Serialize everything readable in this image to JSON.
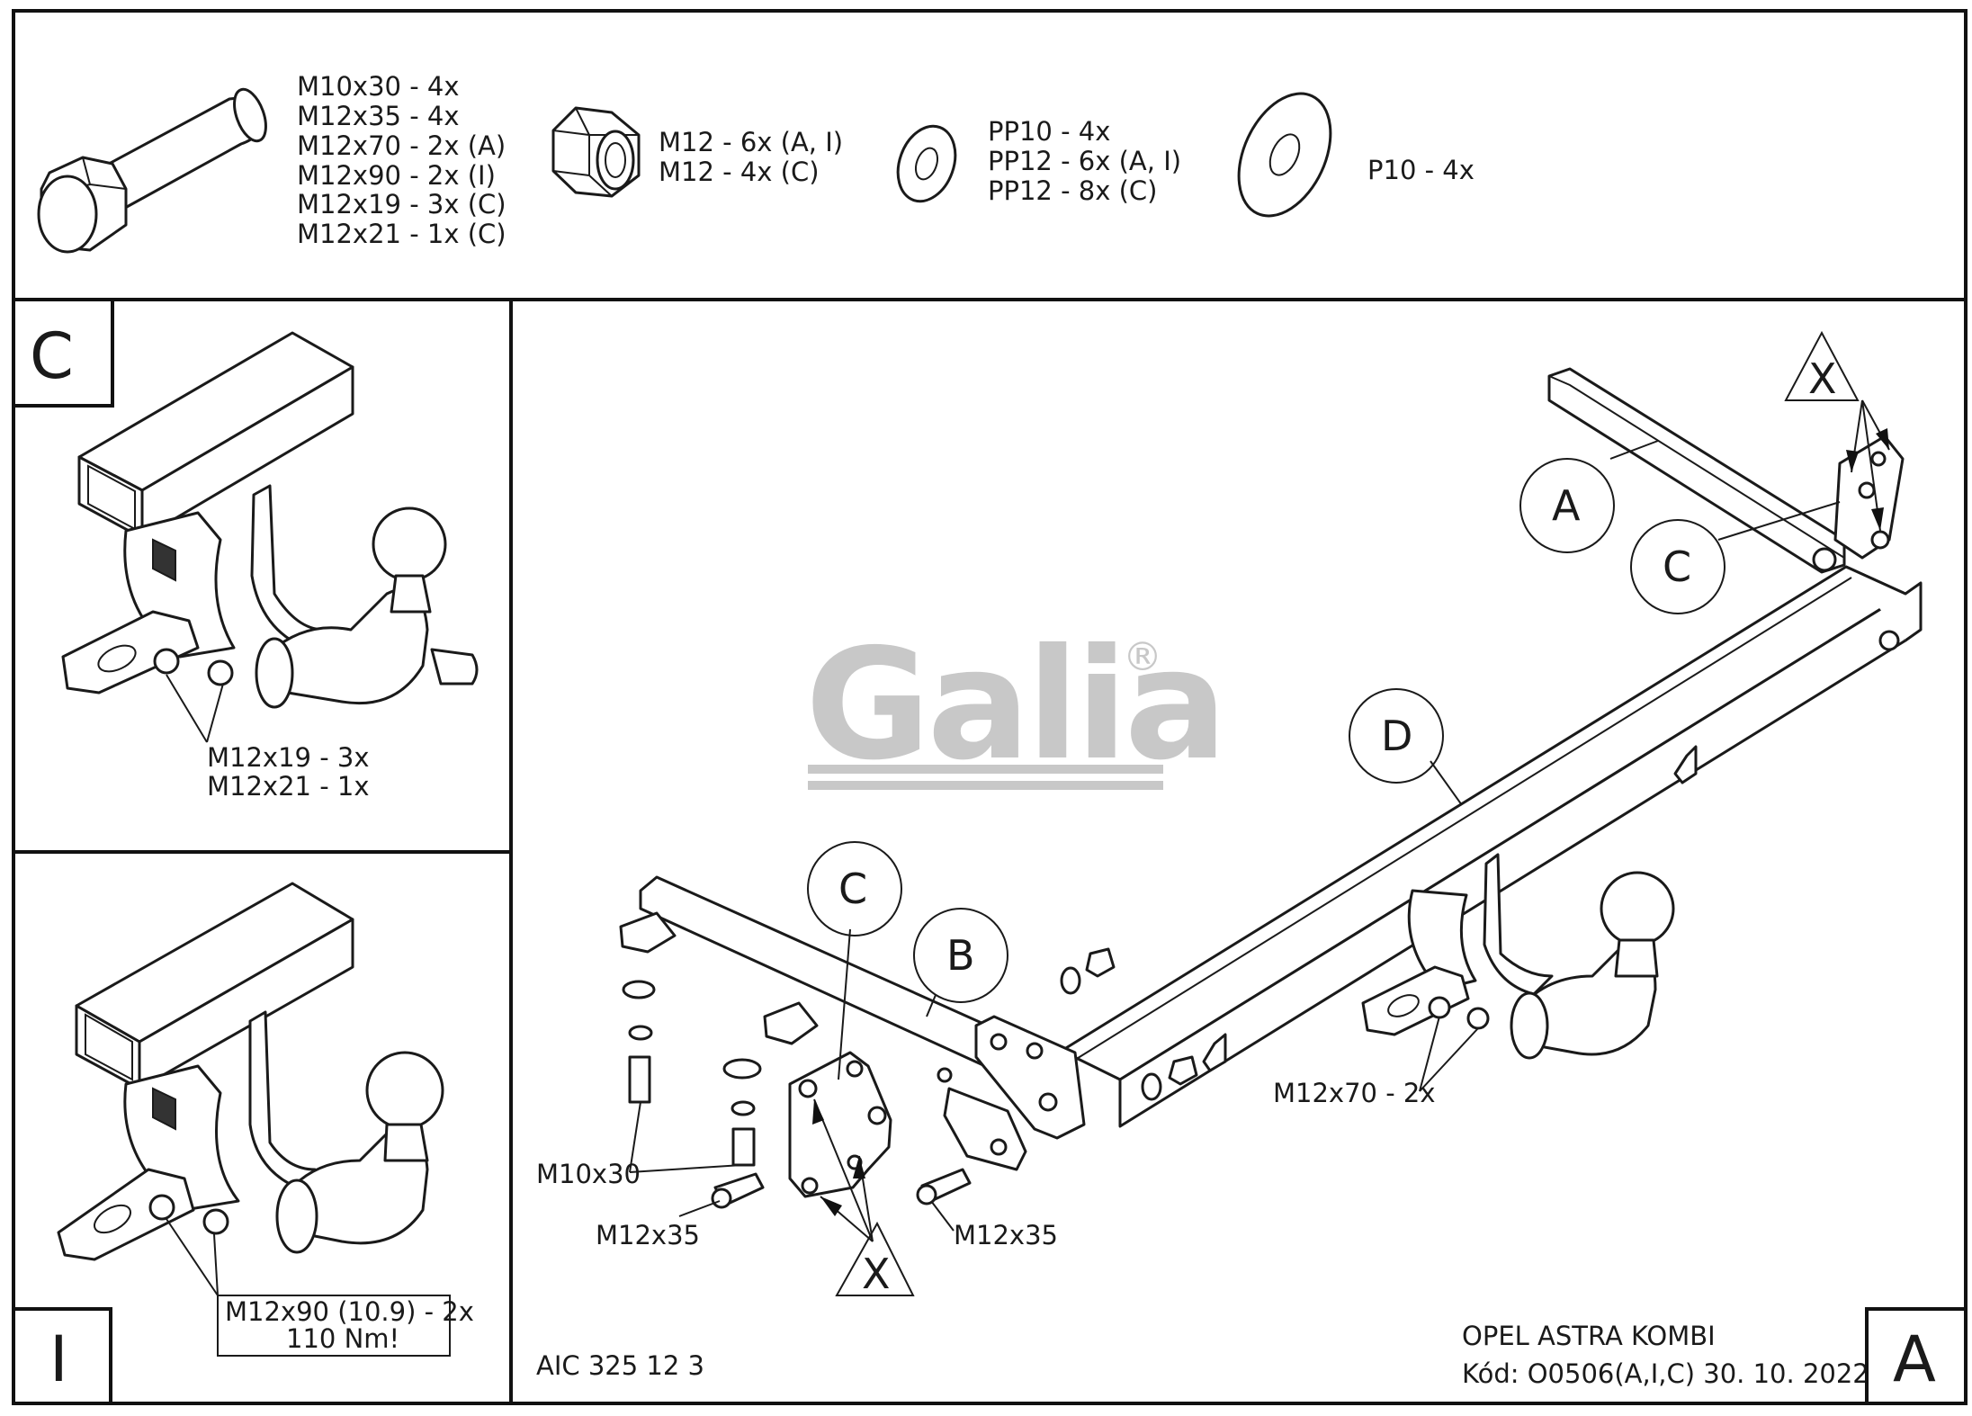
{
  "parts": {
    "bolts": [
      "M10x30 - 4x",
      "M12x35 - 4x",
      "M12x70 - 2x (A)",
      "M12x90 - 2x (I)",
      "M12x19 - 3x (C)",
      "M12x21 - 1x (C)"
    ],
    "nuts": [
      "M12 - 6x (A, I)",
      "M12 - 4x (C)"
    ],
    "washers": [
      "PP10 - 4x",
      "PP12 - 6x (A, I)",
      "PP12 - 8x (C)"
    ],
    "flat_washers": [
      "P10 - 4x"
    ]
  },
  "variant_c": {
    "letter": "C",
    "bolt_labels": [
      "M12x19 - 3x",
      "M12x21 - 1x"
    ]
  },
  "variant_i": {
    "letter": "I",
    "bolt_labels": [
      "M12x90 (10.9) - 2x",
      "110 Nm!"
    ]
  },
  "main": {
    "logo": "Galia",
    "logo_mark": "®",
    "callouts": {
      "a": "A",
      "b": "B",
      "c_top": "C",
      "c_bottom": "C",
      "d": "D",
      "x_top": "X",
      "x_bottom": "X"
    },
    "labels": {
      "m10x30": "M10x30",
      "m12x35_left": "M12x35",
      "m12x35_right": "M12x35",
      "m12x70": "M12x70 - 2x"
    },
    "code": "AIC 325 12 3",
    "vehicle": "OPEL ASTRA KOMBI",
    "kod": "Kód: O0506(A,I,C)  30. 10. 2022",
    "corner_letter": "A"
  }
}
